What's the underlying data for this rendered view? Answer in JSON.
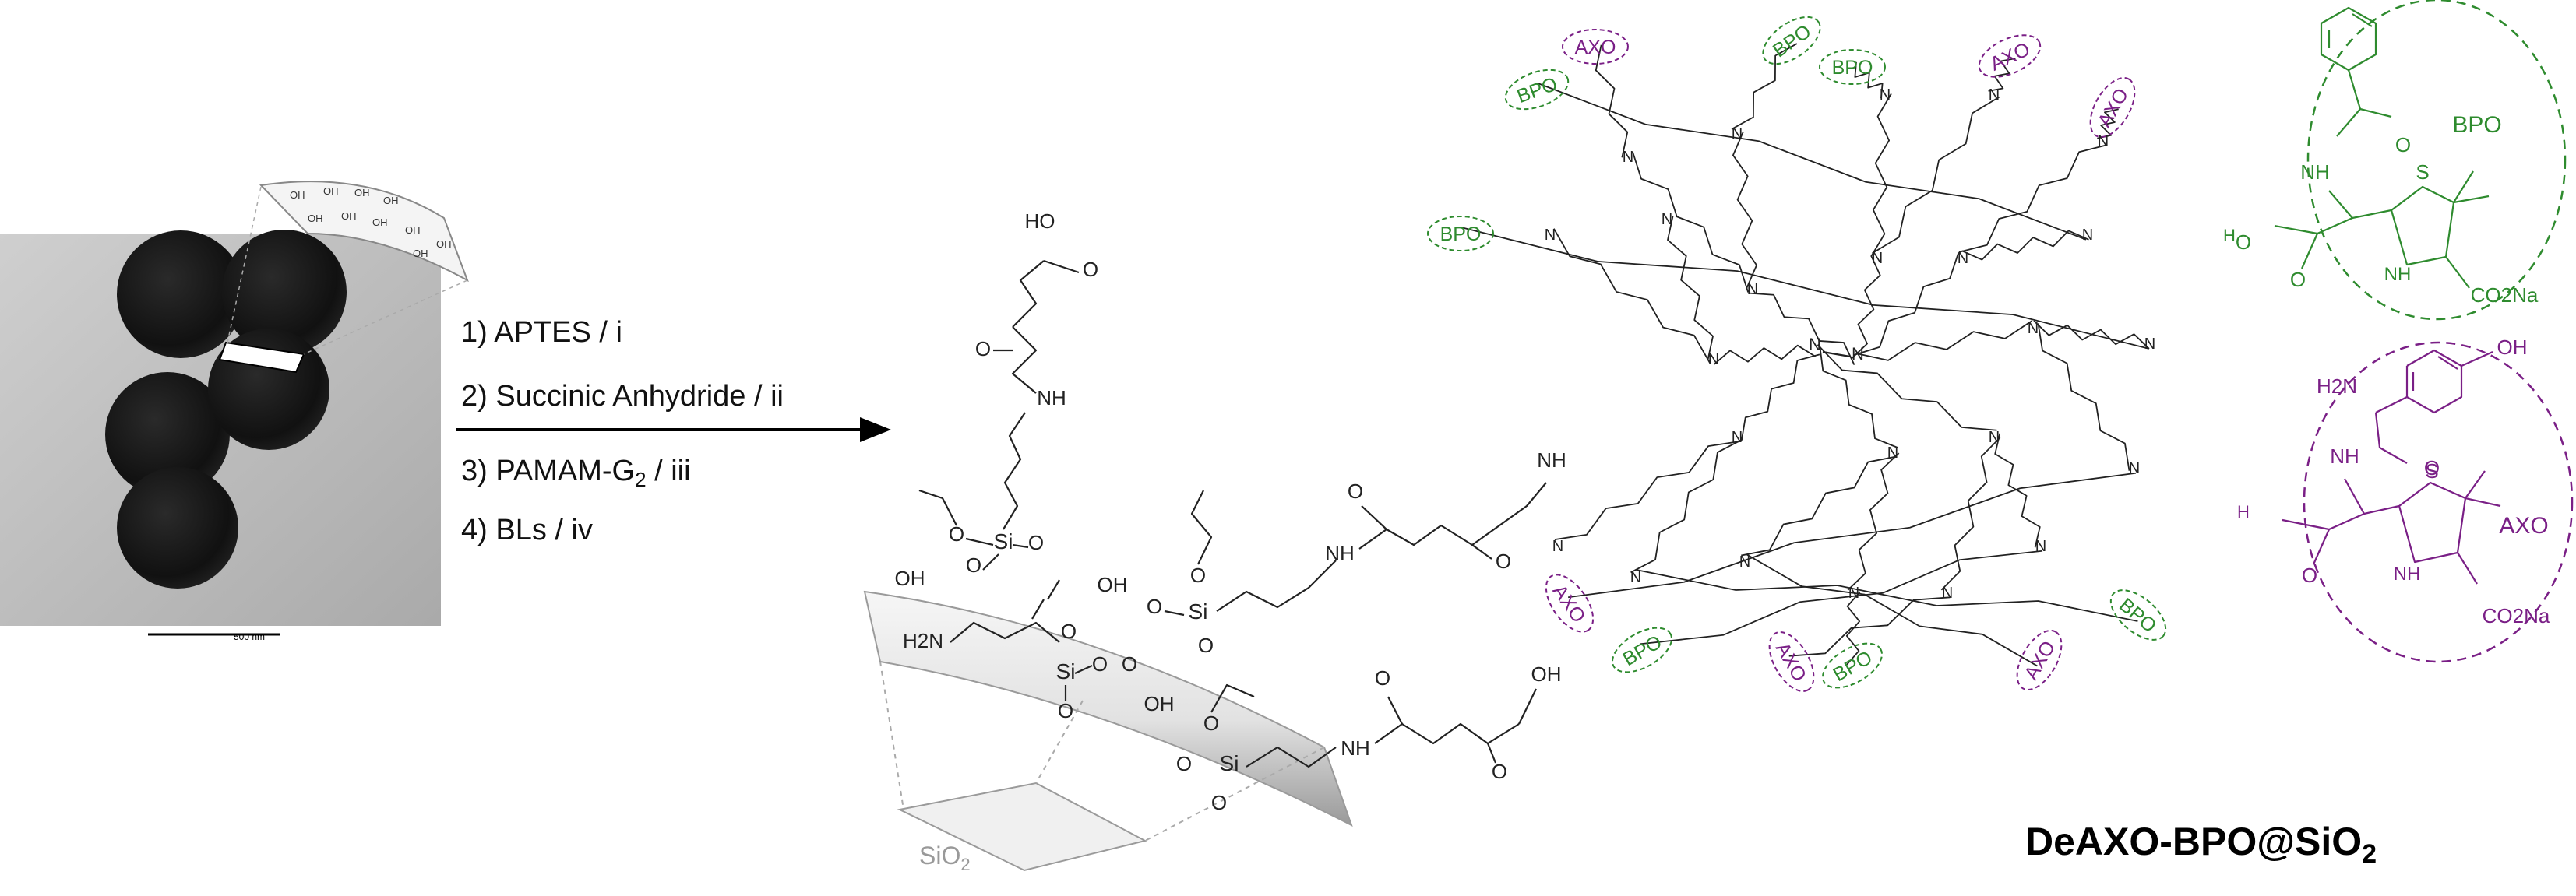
{
  "steps": {
    "s1": "1) APTES / i",
    "s2": "2) Succinic Anhydride / ii",
    "s3_pre": "3) PAMAM-G",
    "s3_sub": "2",
    "s3_post": " / iii",
    "s4": "4) BLs / iv"
  },
  "tem": {
    "scale_label": "500 nm"
  },
  "surface": {
    "oxide_pre": "SiO",
    "oxide_sub": "2"
  },
  "product": {
    "pre": "DeAXO-BPO@SiO",
    "sub": "2"
  },
  "labels": {
    "bpo": "BPO",
    "axo": "AXO",
    "hydroxyl": "OH",
    "silicon": "Si",
    "oxygen": "O",
    "amine": "H2N",
    "nh": "NH",
    "n": "N",
    "h": "H",
    "ho": "HO",
    "s": "S",
    "carboxylate": "CO2Na"
  },
  "colors": {
    "bpo": "#2e8b2e",
    "axo": "#7a1f86",
    "ink": "#222222"
  }
}
